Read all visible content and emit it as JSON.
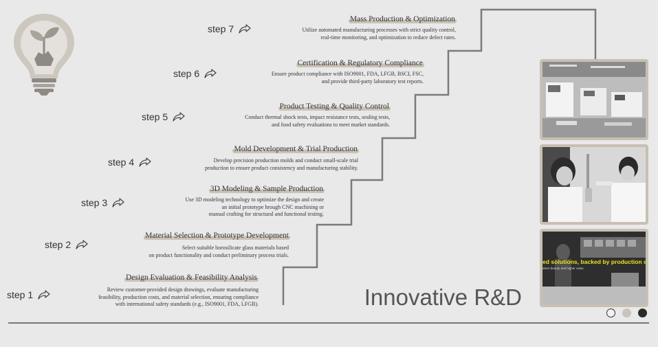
{
  "headline": "Innovative R&D",
  "colors": {
    "background": "#e9e9e9",
    "stair_line": "#7a7a7a",
    "highlight": "#c9c2b6",
    "photo_frame": "#c7c0b3",
    "bulb": "#c9c4bb"
  },
  "steps": [
    {
      "label": "step 1",
      "title": "Design Evaluation & Feasibility Analysis",
      "desc": [
        "Review customer-provided design drawings, evaluate manufacturing",
        "feasibility, production costs, and material selection, ensuring compliance",
        "with international safety standards (e.g., ISO9001, FDA, LFGB)."
      ]
    },
    {
      "label": "step 2",
      "title": "Material Selection & Prototype Development",
      "desc": [
        "Select suitable borosilicate glass materials based",
        "on product functionality and conduct preliminary process trials."
      ]
    },
    {
      "label": "step 3",
      "title": "3D Modeling & Sample Production",
      "desc": [
        "Use 3D modeling technology to optimize the design and create",
        "an initial prototype hrough CNC machining or",
        "manual crafting for structural and functional testing."
      ]
    },
    {
      "label": "step 4",
      "title": "Mold Development & Trial Production",
      "desc": [
        "Develop precision production molds and conduct small-scale trial",
        "production to ensure product consistency and manufacturing stability."
      ]
    },
    {
      "label": "step 5",
      "title": "Product Testing & Quality Control",
      "desc": [
        "Conduct thermal shock tests, impact resistance tests, sealing tests,",
        "and food safety evaluations to meet market standards."
      ]
    },
    {
      "label": "step 6",
      "title": "Certification & Regulatory Compliance",
      "desc": [
        "Ensure product compliance with ISO9001, FDA, LFGB, BSCI, FSC,",
        "and provide third-party laboratory test reports."
      ]
    },
    {
      "label": "step 7",
      "title": "Mass Production & Optimization",
      "desc": [
        "Utilize automated manufacturing processes with strict quality control,",
        "real-time monitoring, and optimization to reduce defect rates."
      ]
    }
  ],
  "photos": [
    {
      "name": "factory-photo"
    },
    {
      "name": "laboratory-photo"
    },
    {
      "name": "showroom-photo",
      "overlay_text": "ed solutions, backed by production experti",
      "overlay_subtext": "eless beauty and higher value."
    }
  ],
  "carousel_dots": [
    {
      "state": "outline"
    },
    {
      "state": "light"
    },
    {
      "state": "dark"
    }
  ]
}
